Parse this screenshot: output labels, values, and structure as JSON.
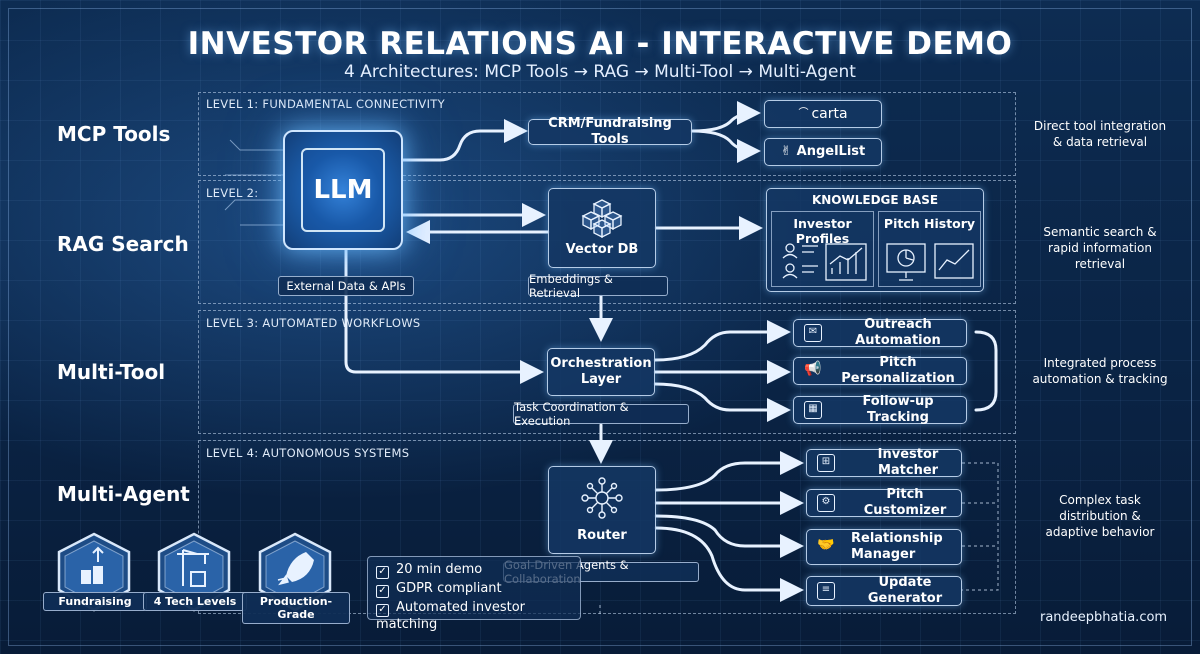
{
  "header": {
    "title": "INVESTOR RELATIONS AI - INTERACTIVE DEMO",
    "subtitle": "4 Architectures: MCP Tools → RAG → Multi-Tool → Multi-Agent"
  },
  "levels": [
    {
      "label": "LEVEL 1: FUNDAMENTAL CONNECTIVITY",
      "name": "MCP Tools",
      "note": [
        "Direct tool integration",
        "& data retrieval"
      ]
    },
    {
      "label": "LEVEL 2:",
      "name": "RAG Search",
      "note": [
        "Semantic search &",
        "rapid information",
        "retrieval"
      ]
    },
    {
      "label": "LEVEL 3: AUTOMATED WORKFLOWS",
      "name": "Multi-Tool",
      "note": [
        "Integrated process",
        "automation & tracking"
      ]
    },
    {
      "label": "LEVEL 4: AUTONOMOUS SYSTEMS",
      "name": "Multi-Agent",
      "note": [
        "Complex task",
        "distribution &",
        "adaptive behavior"
      ]
    }
  ],
  "llm": {
    "label": "LLM",
    "tag": "External Data & APIs"
  },
  "mcp": {
    "tools_box": "CRM/Fundraising Tools",
    "tool1": "carta",
    "tool2": "AngelList"
  },
  "rag": {
    "vector_db": "Vector DB",
    "vector_tag": "Embeddings & Retrieval",
    "kb_title": "KNOWLEDGE BASE",
    "kb_col1": "Investor Profiles",
    "kb_col2": "Pitch History"
  },
  "workflow": {
    "orchestration": [
      "Orchestration",
      "Layer"
    ],
    "tag": "Task Coordination & Execution",
    "items": [
      "Outreach Automation",
      "Pitch Personalization",
      "Follow-up Tracking"
    ]
  },
  "agents": {
    "router": "Router",
    "tag": "Goal-Driven Agents & Collaboration",
    "items": [
      "Investor Matcher",
      "Pitch Customizer",
      "Relationship Manager",
      "Update Generator"
    ]
  },
  "badges": [
    "Fundraising",
    "4 Tech Levels",
    "Production-Grade"
  ],
  "checklist": [
    "20 min demo",
    "GDPR compliant",
    "Automated investor matching"
  ],
  "credit": "randeepbhatia.com",
  "colors": {
    "background": "#0a2547",
    "accent": "#4aa3ff",
    "line": "#e8f2ff"
  }
}
